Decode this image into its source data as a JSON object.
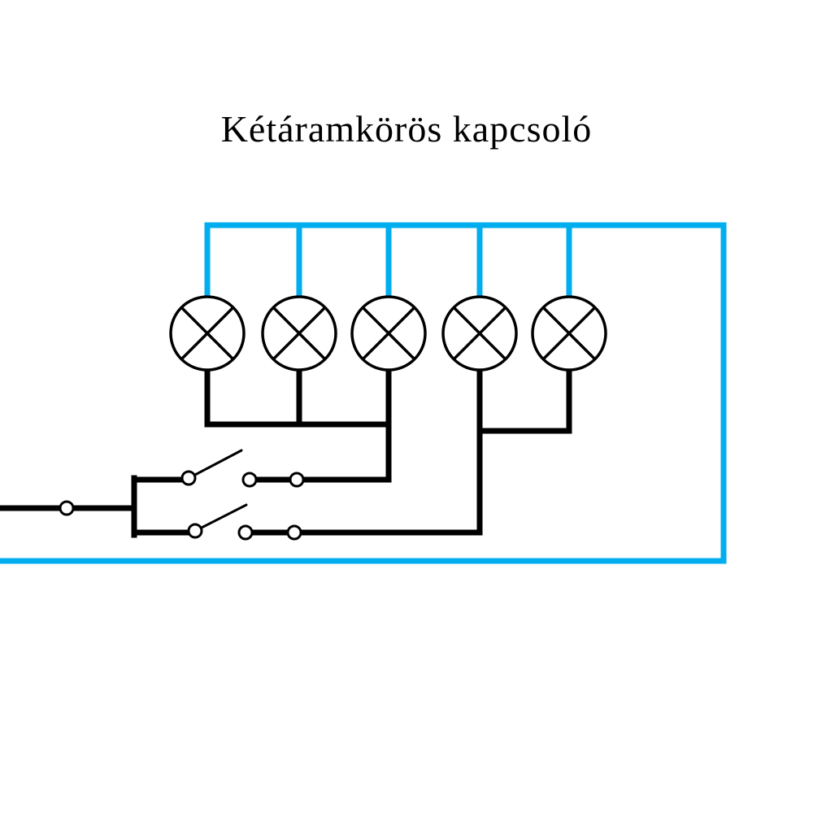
{
  "title": "Kétáramkörös kapcsoló",
  "colors": {
    "live_wire": "#00AEEF",
    "neutral_wire": "#000000",
    "lamp_stroke": "#000000",
    "terminal_fill": "#FFFFFF",
    "background": "#FFFFFF"
  },
  "components": {
    "lamp_count": "5",
    "switch_count": "2",
    "terminal_count": "7"
  }
}
